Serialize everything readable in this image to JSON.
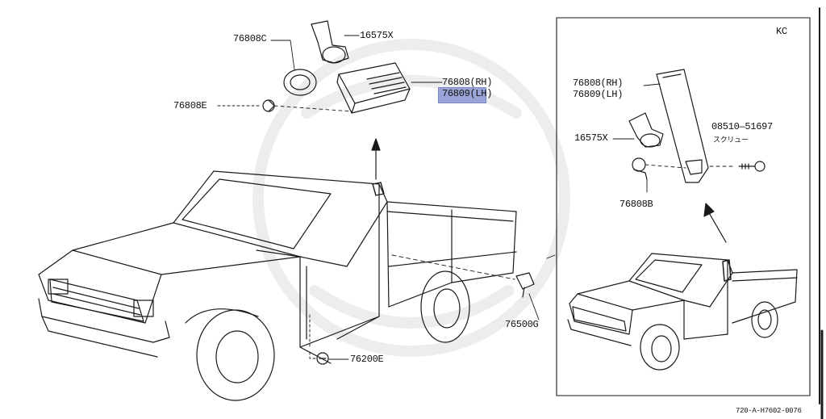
{
  "inset": {
    "code": "KC"
  },
  "labels": {
    "p76808C": "76808C",
    "p16575X_top": "16575X",
    "p76808E": "76808E",
    "p76808RH_top": "76808(RH)",
    "p76809LH_top": "76809(LH)",
    "p76808RH_inset": "76808(RH)",
    "p76809LH_inset": "76809(LH)",
    "p16575X_inset": "16575X",
    "p08510": "08510—51697",
    "screw_kana": "スクリュー",
    "p76808B": "76808B",
    "p76500G": "76500G",
    "p76200E": "76200E"
  },
  "footer": {
    "drawing_code": "720-A-H7602-0076"
  },
  "highlight": {
    "color": "#9ba4d6"
  }
}
